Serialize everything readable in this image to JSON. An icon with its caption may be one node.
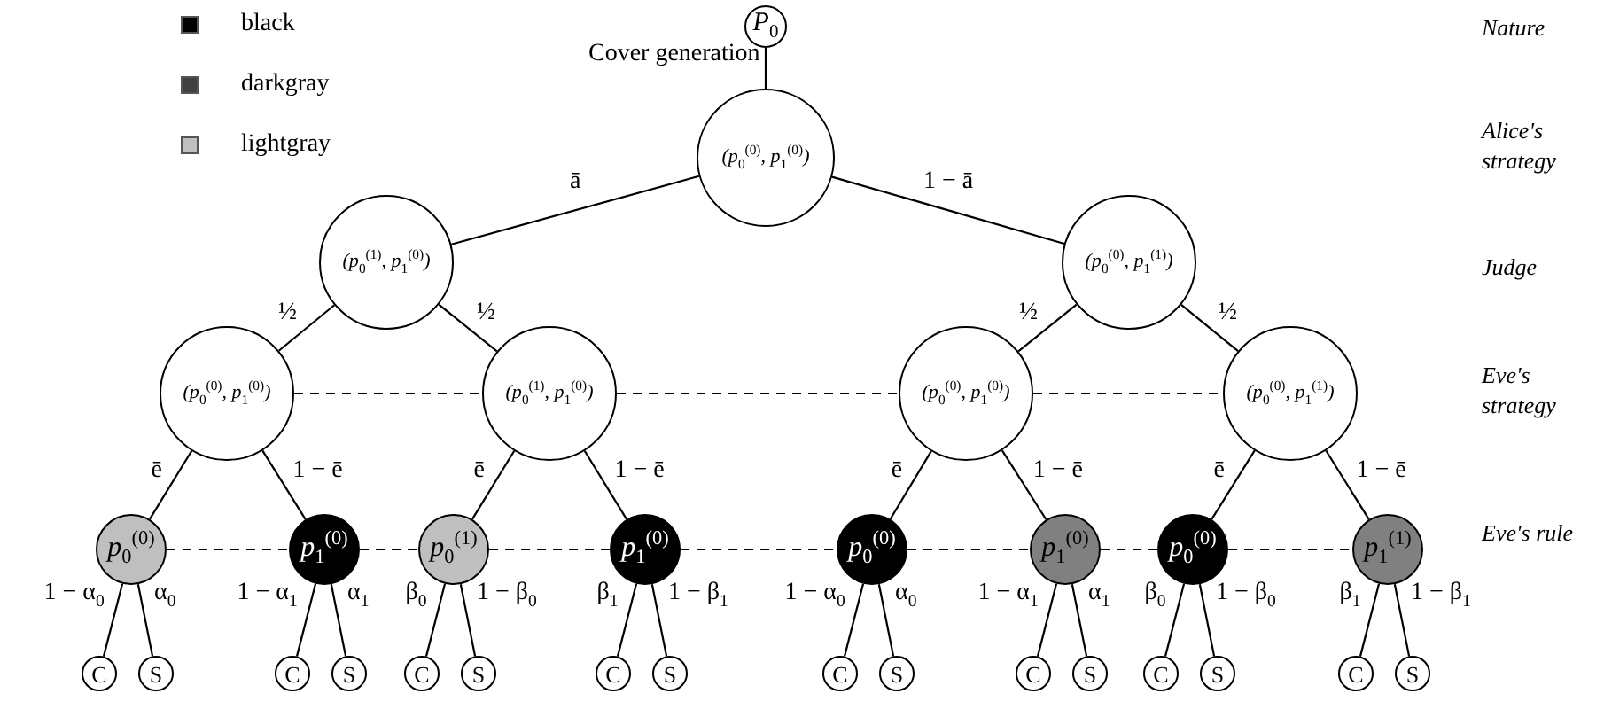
{
  "diagram": {
    "nodes": [
      {
        "text": [
          "P$_{0}$"
        ]
      },
      {
        "text": [
          "(p$_{0}$$^{(0)}$, p$_{1}$$^{(0)}$)"
        ]
      },
      {
        "text": [
          "(p$_{0}$$^{(1)}$, p$_{1}$$^{(0)}$)"
        ]
      },
      {
        "text": [
          "(p$_{0}$$^{(0)}$, p$_{1}$$^{(1)}$)"
        ]
      },
      {
        "text": [
          "(p$_{0}$$^{(0)}$, p$_{1}$$^{(0)}$)"
        ]
      },
      {
        "text": [
          "(p$_{0}$$^{(1)}$, p$_{1}$$^{(0)}$)"
        ]
      },
      {
        "text": [
          "(p$_{0}$$^{(0)}$, p$_{1}$$^{(0)}$)"
        ]
      },
      {
        "text": [
          "(p$_{0}$$^{(0)}$, p$_{1}$$^{(1)}$)"
        ]
      },
      {
        "text": [
          "p$_{0}$$^{(0)}$"
        ]
      },
      {
        "text": [
          "p$_{1}$$^{(0)}$"
        ]
      },
      {
        "text": [
          "p$_{0}$$^{(1)}$"
        ]
      },
      {
        "text": [
          "p$_{1}$$^{(0)}$"
        ]
      },
      {
        "text": [
          "p$_{0}$$^{(0)}$"
        ]
      },
      {
        "text": [
          "p$_{1}$$^{(0)}$"
        ]
      },
      {
        "text": [
          "p$_{0}$$^{(0)}$"
        ]
      },
      {
        "text": [
          "p$_{1}$$^{(1)}$"
        ]
      },
      {
        "text": [
          "C"
        ]
      },
      {
        "text": [
          "S"
        ]
      },
      {
        "text": [
          "C"
        ]
      },
      {
        "text": [
          "S"
        ]
      },
      {
        "text": [
          "C"
        ]
      },
      {
        "text": [
          "S"
        ]
      },
      {
        "text": [
          "C"
        ]
      },
      {
        "text": [
          "S"
        ]
      },
      {
        "text": [
          "C"
        ]
      },
      {
        "text": [
          "S"
        ]
      },
      {
        "text": [
          "C"
        ]
      },
      {
        "text": [
          "S"
        ]
      },
      {
        "text": [
          "C"
        ]
      },
      {
        "text": [
          "S"
        ]
      },
      {
        "text": [
          "C"
        ]
      },
      {
        "text": [
          "S"
        ]
      }
    ],
    "edges": [
      {
        "from": 0,
        "to": 1,
        "arrow": "none",
        "label": "Cover generation"
      },
      {
        "from": 1,
        "to": 2,
        "arrow": "none",
        "label": "ā"
      },
      {
        "from": 1,
        "to": 3,
        "arrow": "none",
        "label": "1 − ā"
      },
      {
        "from": 2,
        "to": 4,
        "arrow": "none",
        "label": "½"
      },
      {
        "from": 2,
        "to": 5,
        "arrow": "none",
        "label": "½"
      },
      {
        "from": 3,
        "to": 6,
        "arrow": "none",
        "label": "½"
      },
      {
        "from": 3,
        "to": 7,
        "arrow": "none",
        "label": "½"
      },
      {
        "from": 4,
        "to": 5,
        "arrow": "none",
        "style": "dashed"
      },
      {
        "from": 5,
        "to": 6,
        "arrow": "none",
        "style": "dashed"
      },
      {
        "from": 6,
        "to": 7,
        "arrow": "none",
        "style": "dashed"
      },
      {
        "from": 4,
        "to": 8,
        "arrow": "none",
        "label": "ē"
      },
      {
        "from": 4,
        "to": 9,
        "arrow": "none",
        "label": "1 − ē"
      },
      {
        "from": 5,
        "to": 10,
        "arrow": "none",
        "label": "ē"
      },
      {
        "from": 5,
        "to": 11,
        "arrow": "none",
        "label": "1 − ē"
      },
      {
        "from": 6,
        "to": 12,
        "arrow": "none",
        "label": "ē"
      },
      {
        "from": 6,
        "to": 13,
        "arrow": "none",
        "label": "1 − ē"
      },
      {
        "from": 7,
        "to": 14,
        "arrow": "none",
        "label": "ē"
      },
      {
        "from": 7,
        "to": 15,
        "arrow": "none",
        "label": "1 − ē"
      },
      {
        "from": 8,
        "to": 9,
        "arrow": "none",
        "style": "dashed"
      },
      {
        "from": 9,
        "to": 10,
        "arrow": "none",
        "style": "dashed"
      },
      {
        "from": 10,
        "to": 11,
        "arrow": "none",
        "style": "dashed"
      },
      {
        "from": 11,
        "to": 12,
        "arrow": "none",
        "style": "dashed"
      },
      {
        "from": 12,
        "to": 13,
        "arrow": "none",
        "style": "dashed"
      },
      {
        "from": 13,
        "to": 14,
        "arrow": "none",
        "style": "dashed"
      },
      {
        "from": 14,
        "to": 15,
        "arrow": "none",
        "style": "dashed"
      },
      {
        "from": 8,
        "to": 16,
        "arrow": "none",
        "label": "1 − α$_{0}$"
      },
      {
        "from": 8,
        "to": 17,
        "arrow": "none",
        "label": "α$_{0}$"
      },
      {
        "from": 9,
        "to": 18,
        "arrow": "none",
        "label": "1 − α$_{1}$"
      },
      {
        "from": 9,
        "to": 19,
        "arrow": "none",
        "label": "α$_{1}$"
      },
      {
        "from": 10,
        "to": 20,
        "arrow": "none",
        "label": "β$_{0}$"
      },
      {
        "from": 10,
        "to": 21,
        "arrow": "none",
        "label": "1 − β$_{0}$"
      },
      {
        "from": 11,
        "to": 22,
        "arrow": "none",
        "label": "β$_{1}$"
      },
      {
        "from": 11,
        "to": 23,
        "arrow": "none",
        "label": "1 − β$_{1}$"
      },
      {
        "from": 12,
        "to": 24,
        "arrow": "none",
        "label": "1 − α$_{0}$"
      },
      {
        "from": 12,
        "to": 25,
        "arrow": "none",
        "label": "α$_{0}$"
      },
      {
        "from": 13,
        "to": 26,
        "arrow": "none",
        "label": "1 − α$_{1}$"
      },
      {
        "from": 13,
        "to": 27,
        "arrow": "none",
        "label": "α$_{1}$"
      },
      {
        "from": 14,
        "to": 28,
        "arrow": "none",
        "label": "β$_{0}$"
      },
      {
        "from": 14,
        "to": 29,
        "arrow": "none",
        "label": "1 − β$_{0}$"
      },
      {
        "from": 15,
        "to": 30,
        "arrow": "none",
        "label": "β$_{1}$"
      },
      {
        "from": 15,
        "to": 31,
        "arrow": "none",
        "label": "1 − β$_{1}$"
      }
    ],
    "labels": [
      "Nature",
      "Alice's strategy",
      "Judge",
      "Eve's strategy",
      "Eve's rule"
    ],
    "legend": [
      {
        "text": "black",
        "color": "#000000"
      },
      {
        "text": "darkgray",
        "color": "#404040"
      },
      {
        "text": "lightgray",
        "color": "#bfbfbf"
      }
    ]
  }
}
